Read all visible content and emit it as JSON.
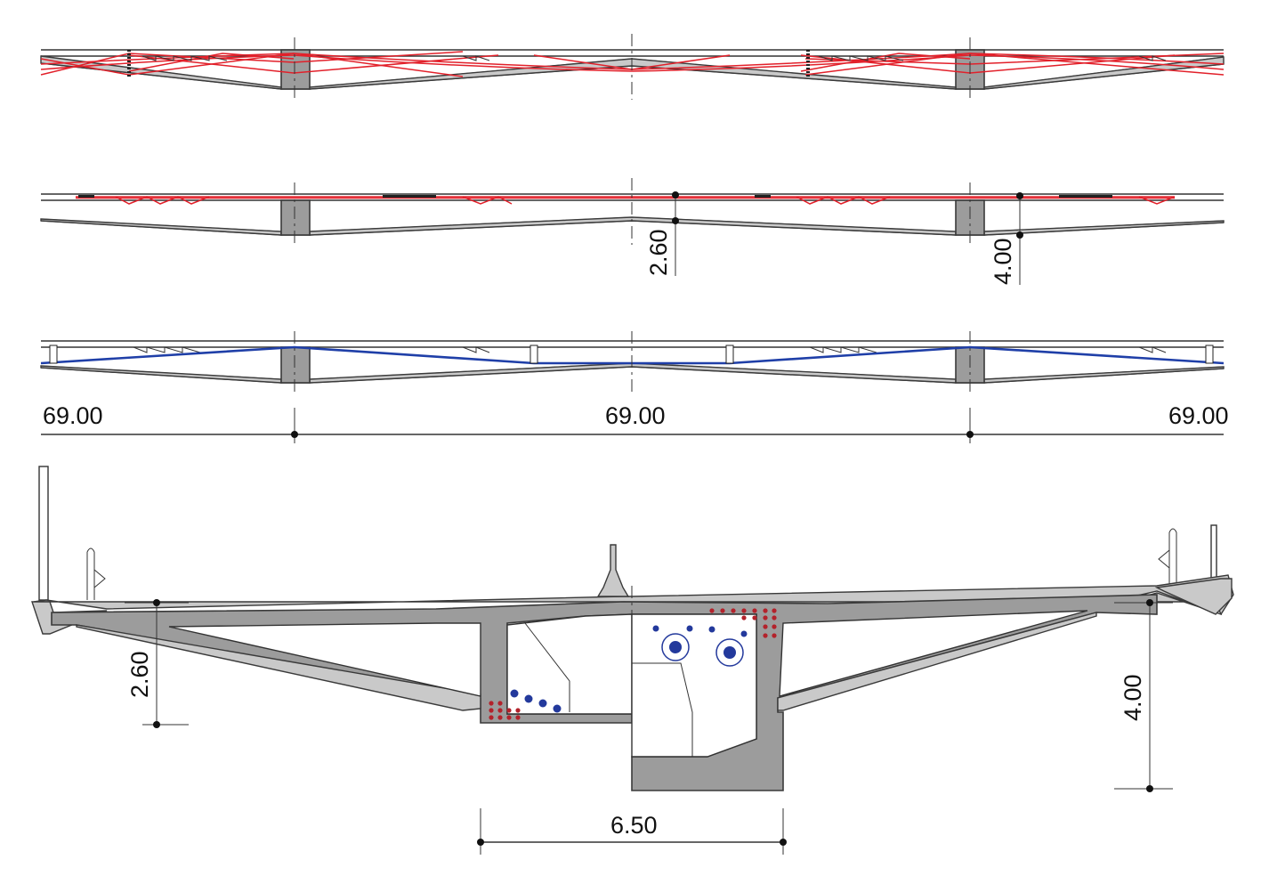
{
  "colors": {
    "concrete": "#9c9c9c",
    "concrete_light": "#c9c9c9",
    "tendon_red": "#e2202a",
    "tendon_blue": "#1f3fa8",
    "rebar_dots": "#b3222b",
    "duct_blue": "#23399c",
    "line": "#333333"
  },
  "elevation_profiles": [
    {
      "id": "tendon-layout-red-full",
      "tendon_color": "red"
    },
    {
      "id": "tendon-layout-red-cantilever",
      "tendon_color": "red"
    },
    {
      "id": "tendon-layout-blue-external",
      "tendon_color": "blue"
    }
  ],
  "dimensions": {
    "elevation_depth_midspan": "2.60",
    "elevation_depth_pier": "4.00",
    "span_left": "69.00",
    "span_middle": "69.00",
    "span_right": "69.00",
    "section_depth_left": "2.60",
    "section_depth_right": "4.00",
    "section_bottom_width": "6.50"
  }
}
